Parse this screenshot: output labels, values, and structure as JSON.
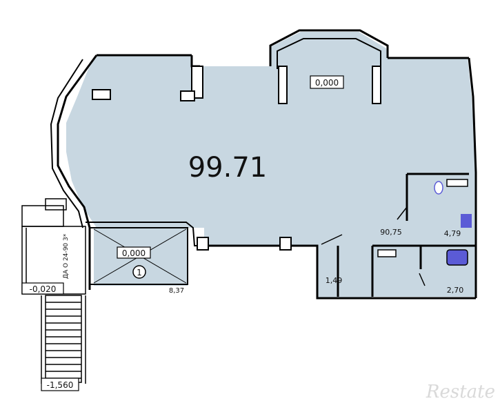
{
  "plan": {
    "main_area": "99.71",
    "level_top": "0,000",
    "level_vestibule": "0,000",
    "room_marker": "1",
    "areas": {
      "hall": "90,75",
      "wc": "4,79",
      "storage_small": "1,49",
      "storage_right": "2,70",
      "vestibule": "8,37"
    },
    "level_entry": "-0,020",
    "level_bottom": "-1,560",
    "ramp_label": "ДА О 24-90 3*"
  },
  "watermark": "Restate",
  "colors": {
    "floor_fill": "#c8d7e1",
    "wall": "#000000",
    "fixture_blue": "#5b5bd6",
    "background": "#ffffff"
  }
}
